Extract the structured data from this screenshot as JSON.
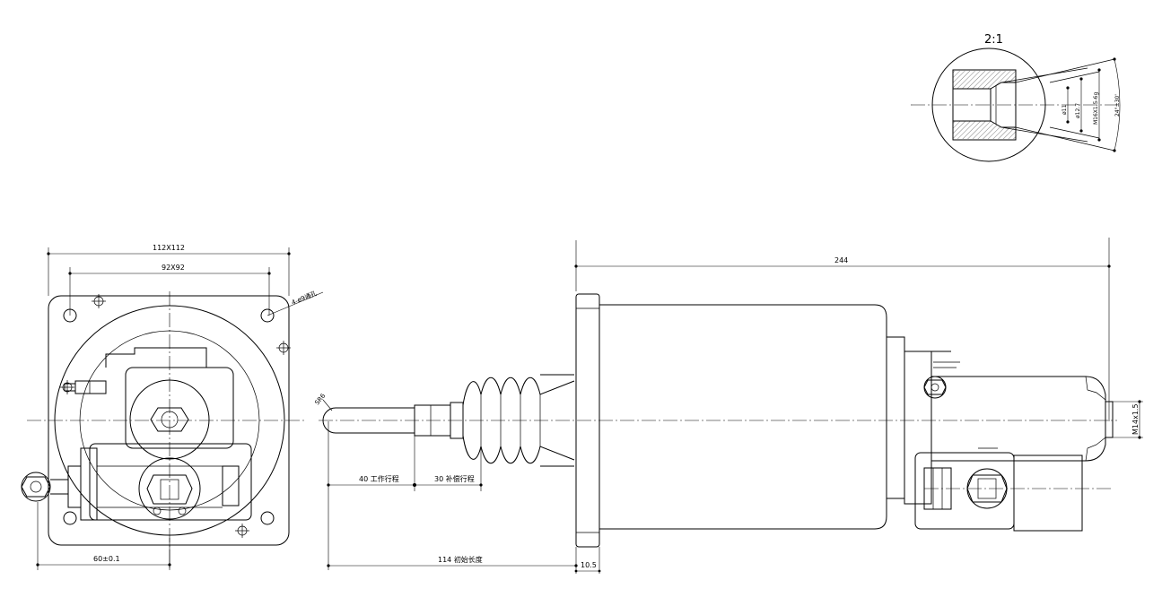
{
  "scale_label": "2:1",
  "detail": {
    "dim_bore": "ø11",
    "dim_pitch": "ø12.7",
    "dim_thread": "M16X1.5-6g",
    "dim_angle": "24°±30'"
  },
  "front_view": {
    "dim_outer": "112X112",
    "dim_holes": "92X92",
    "dim_hole_note": "4-ø9通孔",
    "dim_offset": "60±0.1"
  },
  "side_view": {
    "dim_length": "244",
    "dim_radius": "SR6",
    "dim_work_stroke": "40 工作行程",
    "dim_comp_stroke": "30 补偿行程",
    "dim_install_len": "114 初始长度",
    "dim_flange": "10.5",
    "dim_port": "M14x1.5"
  }
}
